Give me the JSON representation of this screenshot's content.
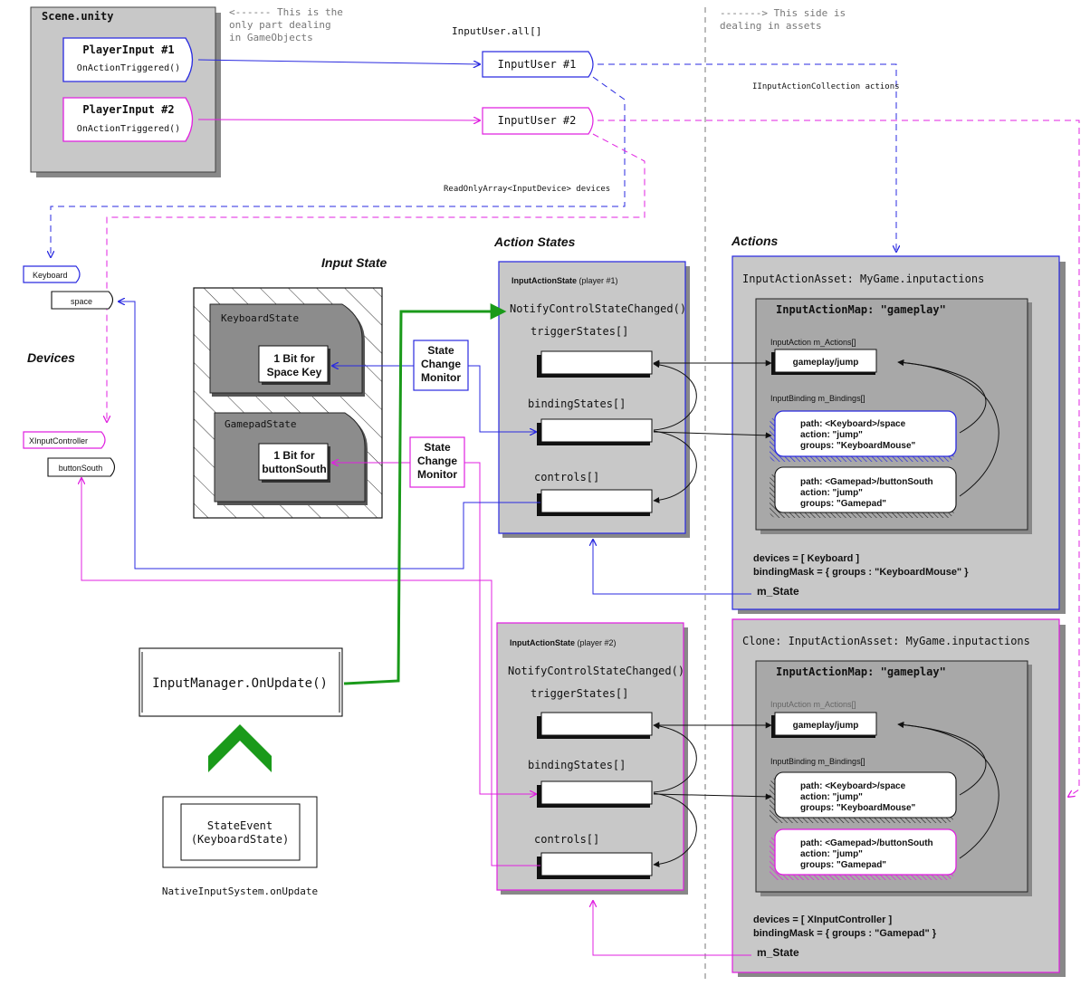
{
  "colors": {
    "blue": "#2a2ae0",
    "magenta": "#e020e0",
    "green": "#1a9a1a",
    "gray_dark": "#707070",
    "gray_panel": "#c8c8c8",
    "gray_mid": "#a8a8a8",
    "block_gray": "#8c8c8c"
  },
  "scene": {
    "title": "Scene.unity",
    "player1": {
      "title": "PlayerInput #1",
      "method": "OnActionTriggered()"
    },
    "player2": {
      "title": "PlayerInput #2",
      "method": "OnActionTriggered()"
    }
  },
  "notes": {
    "left": [
      "<------ This is the",
      "only part dealing",
      "in GameObjects"
    ],
    "right": [
      "-------> This side is",
      "dealing in assets"
    ]
  },
  "users": {
    "array_label": "InputUser.all[]",
    "user1": "InputUser #1",
    "user2": "InputUser #2",
    "actions_label": "IInputActionCollection actions",
    "devices_label": "ReadOnlyArray<InputDevice> devices"
  },
  "devices": {
    "title": "Devices",
    "keyboard": "Keyboard",
    "space": "space",
    "xinput": "XInputController",
    "buttonSouth": "buttonSouth"
  },
  "input_state": {
    "title": "Input State",
    "keyboard_state": "KeyboardState",
    "keyboard_bit": [
      "1 Bit for",
      "Space Key"
    ],
    "gamepad_state": "GamepadState",
    "gamepad_bit": [
      "1 Bit for",
      "buttonSouth"
    ],
    "monitor1": [
      "State",
      "Change",
      "Monitor"
    ],
    "monitor2": [
      "State",
      "Change",
      "Monitor"
    ]
  },
  "action_states": {
    "title": "Action States",
    "p1": {
      "label_bold": "InputActionState",
      "label_small": "(player #1)",
      "notify": "NotifyControlStateChanged()",
      "trigger": "triggerStates[]",
      "binding": "bindingStates[]",
      "controls": "controls[]"
    },
    "p2": {
      "label_bold": "InputActionState",
      "label_small": "(player #2)",
      "notify": "NotifyControlStateChanged()",
      "trigger": "triggerStates[]",
      "binding": "bindingStates[]",
      "controls": "controls[]"
    }
  },
  "actions": {
    "title": "Actions",
    "asset1": {
      "title": "InputActionAsset: MyGame.inputactions",
      "map": "InputActionMap: \"gameplay\"",
      "actions_label": "InputAction m_Actions[]",
      "action": "gameplay/jump",
      "bindings_label": "InputBinding m_Bindings[]",
      "binding1": [
        "path: <Keyboard>/space",
        "action: \"jump\"",
        "groups: \"KeyboardMouse\""
      ],
      "binding2": [
        "path: <Gamepad>/buttonSouth",
        "action: \"jump\"",
        "groups: \"Gamepad\""
      ],
      "devices": "devices = [ Keyboard ]",
      "mask": "bindingMask = { groups : \"KeyboardMouse\" }",
      "state": "m_State"
    },
    "asset2": {
      "title": "Clone: InputActionAsset: MyGame.inputactions",
      "map": "InputActionMap: \"gameplay\"",
      "actions_label": "InputAction m_Actions[]",
      "action": "gameplay/jump",
      "bindings_label": "InputBinding m_Bindings[]",
      "binding1": [
        "path: <Keyboard>/space",
        "action: \"jump\"",
        "groups: \"KeyboardMouse\""
      ],
      "binding2": [
        "path: <Gamepad>/buttonSouth",
        "action: \"jump\"",
        "groups: \"Gamepad\""
      ],
      "devices": "devices = [ XInputController ]",
      "mask": "bindingMask = { groups : \"Gamepad\" }",
      "state": "m_State"
    }
  },
  "manager": {
    "update": "InputManager.OnUpdate()",
    "event": [
      "StateEvent",
      "(KeyboardState)"
    ],
    "native": "NativeInputSystem.onUpdate"
  }
}
